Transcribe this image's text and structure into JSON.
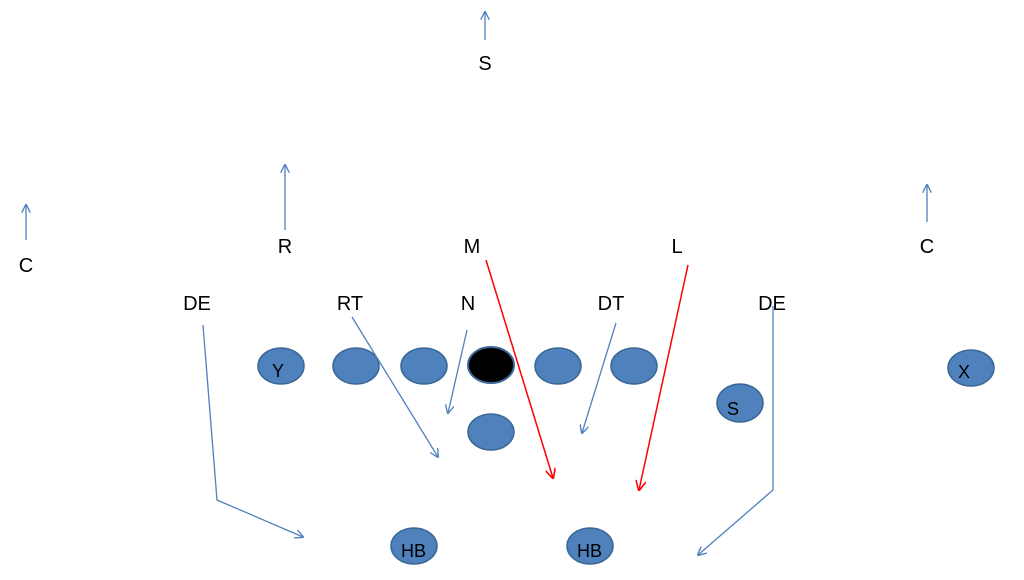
{
  "colors": {
    "player_fill": "#4f81bd",
    "player_stroke": "#3a6796",
    "ball_fill": "#000000",
    "route_blue": "#4f81bd",
    "route_red": "#ff0000"
  },
  "defenders": {
    "s": "S",
    "r": "R",
    "m": "M",
    "l": "L",
    "c_left": "C",
    "c_right": "C",
    "de_left": "DE",
    "rt": "RT",
    "n": "N",
    "dt": "DT",
    "de_right": "DE"
  },
  "offense": {
    "y": "Y",
    "x": "X",
    "s": "S",
    "hb_left": "HB",
    "hb_right": "HB"
  }
}
